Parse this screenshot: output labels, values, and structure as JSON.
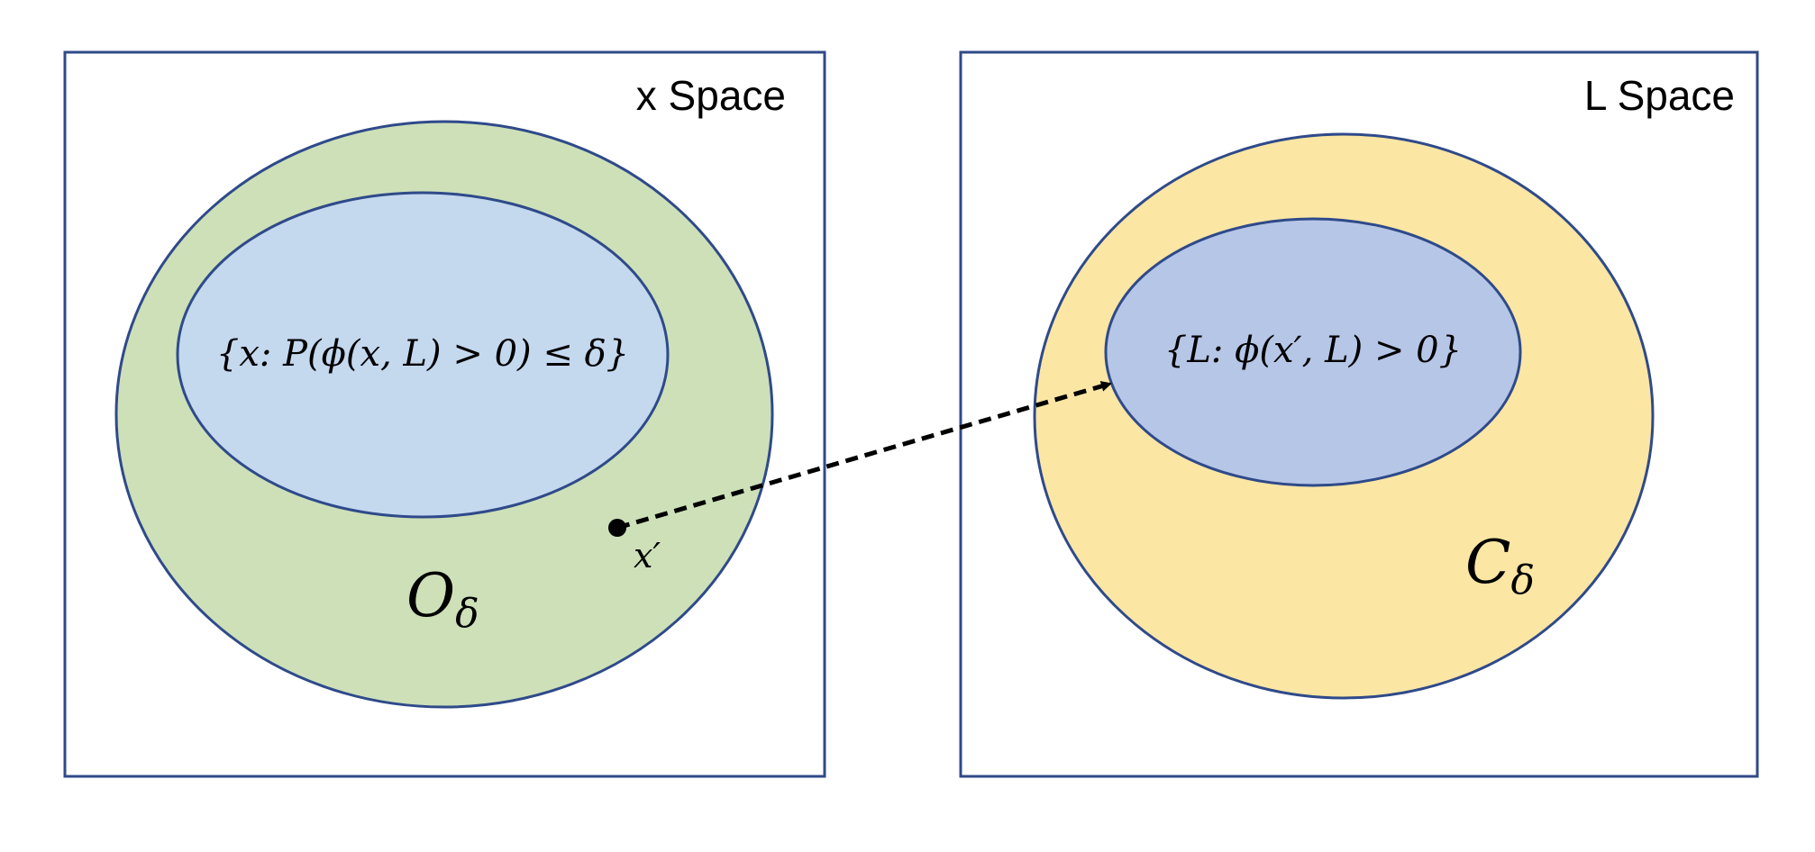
{
  "colors": {
    "border": "#2f4a8a",
    "outer_left_fill": "#cde0b8",
    "inner_left_fill": "#c4d8ee",
    "outer_right_fill": "#fbe6a4",
    "inner_right_fill": "#b6c6e6",
    "arrow": "#000000"
  },
  "left_panel": {
    "title": "x Space",
    "inner_set_label": "{x: P(ϕ(x, L) > 0) ≤ δ}",
    "outer_set_symbol": "O",
    "outer_set_subscript": "δ",
    "point_label": "x′"
  },
  "right_panel": {
    "title": "L Space",
    "inner_set_label": "{L: ϕ(x′, L) > 0}",
    "outer_set_symbol": "C",
    "outer_set_subscript": "δ"
  }
}
